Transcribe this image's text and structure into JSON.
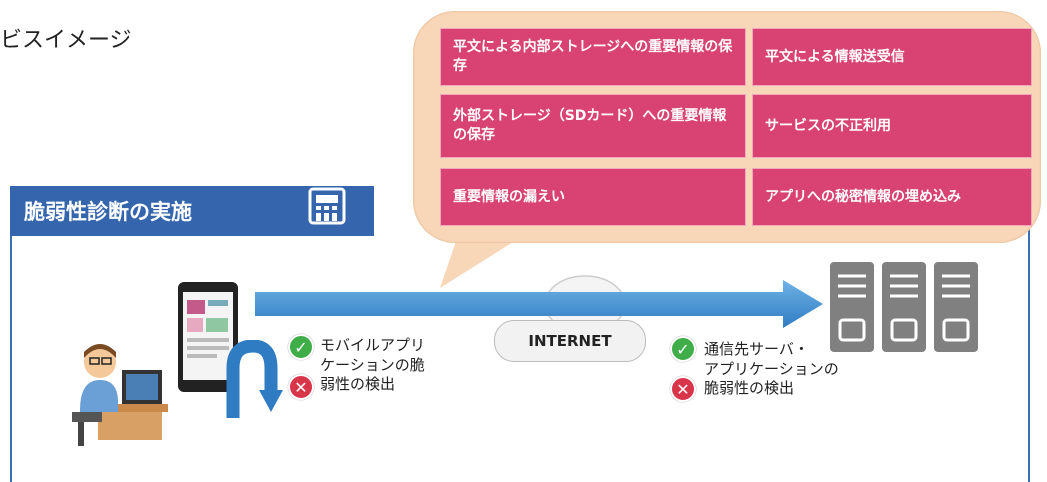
{
  "page_caption": "ビスイメージ",
  "panel": {
    "title": "脆弱性診断の実施",
    "icon": "building-icon"
  },
  "risk_bubble": {
    "items": [
      "平文による内部ストレージへの重要情報の保存",
      "平文による情報送受信",
      "外部ストレージ（SDカード）への重要情報の保存",
      "サービスの不正利用",
      "重要情報の漏えい",
      "アプリへの秘密情報の埋め込み"
    ]
  },
  "network": {
    "internet_label": "INTERNET"
  },
  "app_side": {
    "label_lines": [
      "モバイルアプリ",
      "ケーションの脆",
      "弱性の検出"
    ],
    "status_ok_icon": "check-circle-icon",
    "status_ng_icon": "cross-circle-icon"
  },
  "server_side": {
    "label_lines": [
      "通信先サーバ・",
      "アプリケーションの",
      "脆弱性の検出"
    ],
    "status_ok_icon": "check-circle-icon",
    "status_ng_icon": "cross-circle-icon"
  },
  "colors": {
    "panel_blue": "#3566ad",
    "risk_pink": "#d94373",
    "bubble_peach": "#f8d7b8",
    "arrow_blue": "#3f8fd0",
    "server_gray": "#7f7f7f"
  }
}
